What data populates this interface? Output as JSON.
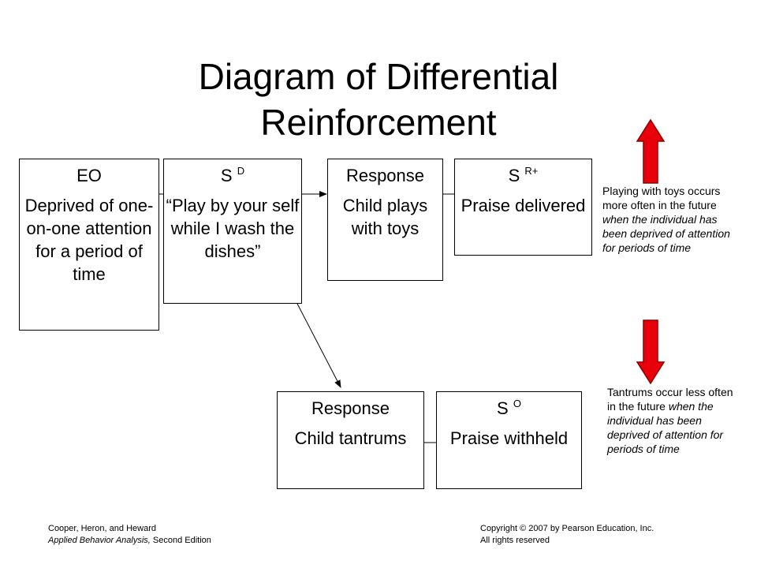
{
  "title": "Diagram of Differential Reinforcement",
  "boxes": {
    "eo": {
      "heading": "EO",
      "body": "Deprived of one-on-one attention for a period of time"
    },
    "sd": {
      "heading_base": "S",
      "heading_sup": "D",
      "body": "“Play by your self while I wash the dishes”"
    },
    "response_play": {
      "heading": "Response",
      "body": "Child plays with toys"
    },
    "sr": {
      "heading_base": "S",
      "heading_sup": "R+",
      "body": "Praise delivered"
    },
    "response_tantrum": {
      "heading": "Response",
      "body": "Child tantrums"
    },
    "so": {
      "heading_base": "S",
      "heading_sup": "O",
      "body": "Praise withheld"
    }
  },
  "notes": {
    "increase": {
      "text_plain": "Playing with toys occurs more often in the future ",
      "text_italic": "when the individual has been deprived of attention for periods of time"
    },
    "decrease": {
      "text_plain": "Tantrums occur less often in the future ",
      "text_italic": "when the individual has been deprived of attention for periods of time"
    }
  },
  "footer": {
    "left_line1": "Cooper, Heron, and Heward",
    "left_line2_italic": "Applied Behavior Analysis,",
    "left_line2_rest": " Second Edition",
    "right_line1": "Copyright © 2007 by Pearson Education, Inc.",
    "right_line2": "All rights reserved"
  },
  "colors": {
    "arrow_fill": "#e8000a",
    "arrow_stroke": "#8a0000",
    "line": "#000000"
  },
  "icons": {
    "up_arrow": "red-up-arrow-icon",
    "down_arrow": "red-down-arrow-icon"
  }
}
